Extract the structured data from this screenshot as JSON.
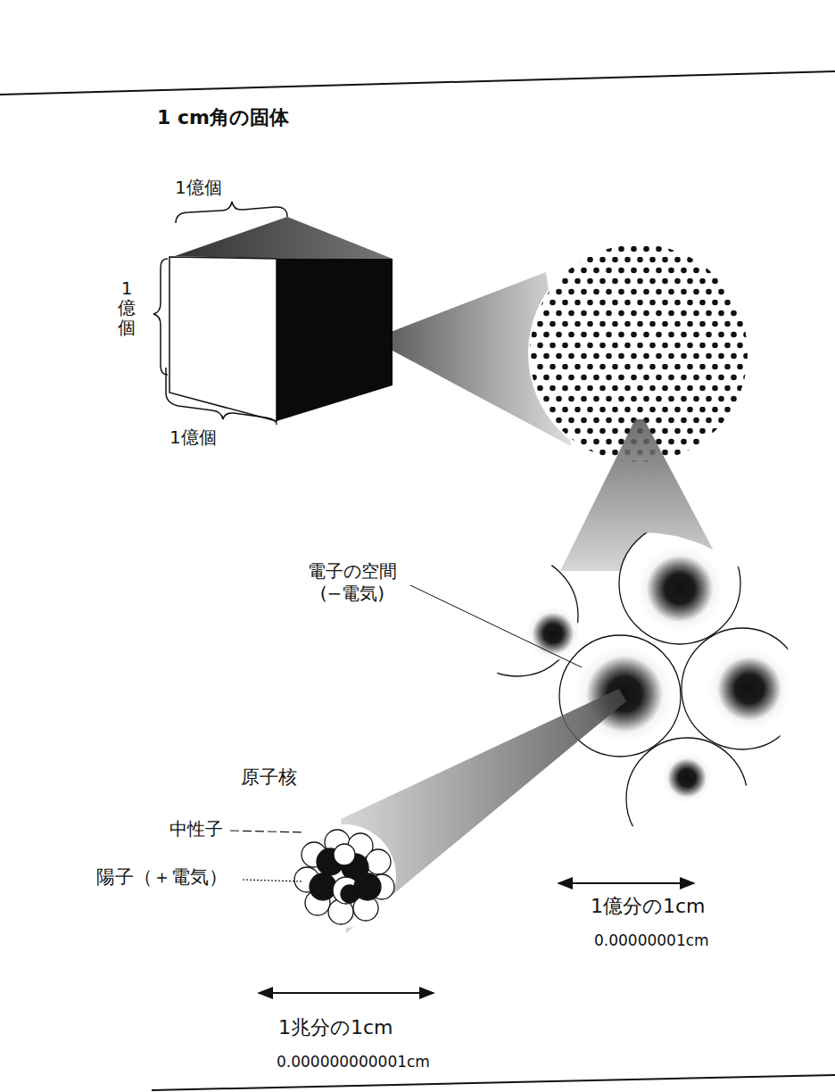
{
  "diagram": {
    "title": "1 cm角の固体",
    "labels": [
      "1億個",
      "1億個",
      "1億個",
      "電子の空間 (−電気)",
      "原子核",
      "中性子",
      "陽子（＋電気）",
      "1億分の1cm",
      "0.00000001cm",
      "1兆分の1cm",
      "0.000000000001cm"
    ]
  }
}
